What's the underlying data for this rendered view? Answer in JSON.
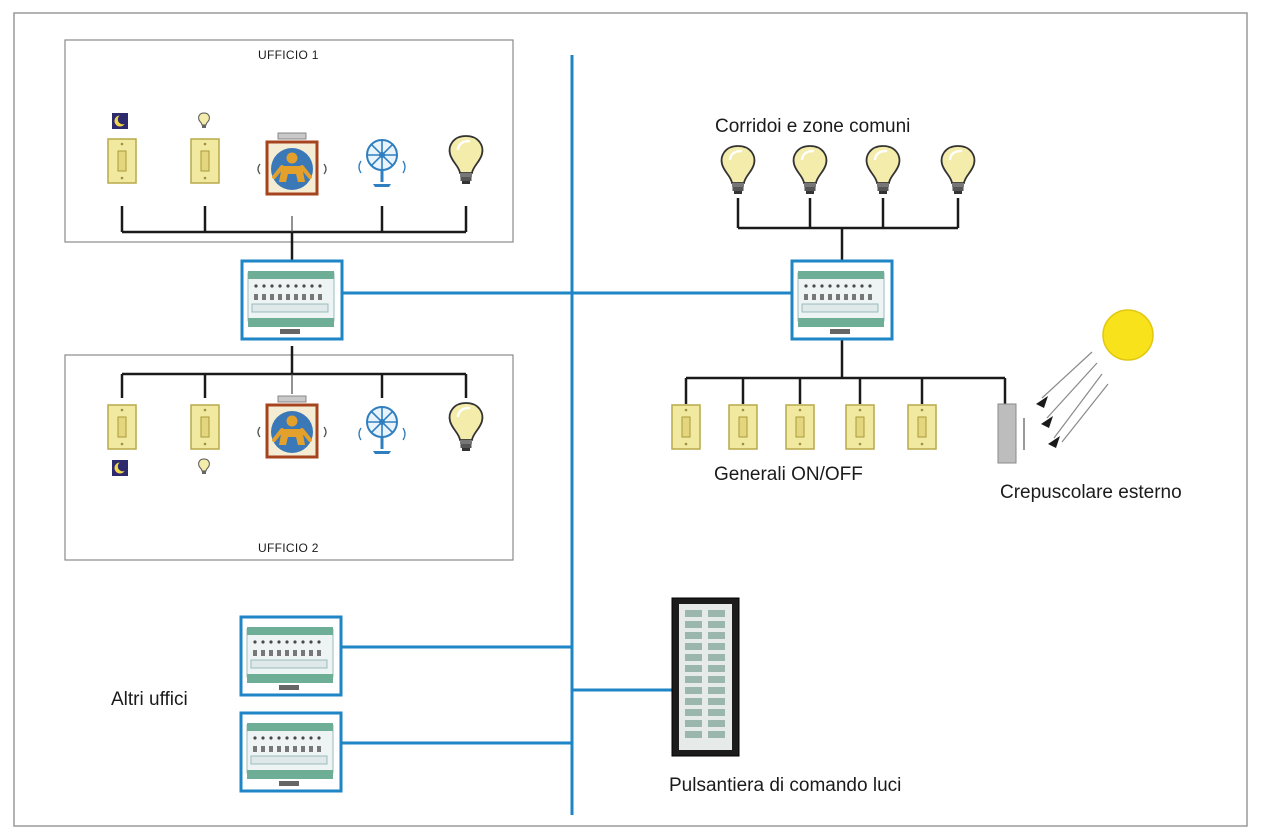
{
  "office1": {
    "title": "UFFICIO 1",
    "devices": [
      "switch-night",
      "switch-light",
      "presence-sensor",
      "fan",
      "lamp"
    ]
  },
  "office2": {
    "title": "UFFICIO 2",
    "devices": [
      "switch-night",
      "switch-light",
      "presence-sensor",
      "fan",
      "lamp"
    ]
  },
  "corridors": {
    "label": "Corridoi e zone comuni",
    "lamp_count": 4
  },
  "general_switches": {
    "label": "Generali ON/OFF",
    "count": 5
  },
  "twilight_sensor": {
    "label": "Crepuscolare esterno"
  },
  "other_offices": {
    "label": "Altri uffici",
    "module_count": 2
  },
  "push_panel": {
    "label": "Pulsantiera di comando luci"
  },
  "colors": {
    "bus": "#1f86c6",
    "wire": "#1a1a1a",
    "switch_fill": "#f2e9a0",
    "switch_stroke": "#b8a94a",
    "lamp_fill": "#f4ecaa",
    "sun": "#f7e21c",
    "module_body": "#eef4f4",
    "module_frame": "#1f86c6",
    "module_green": "#6fae96"
  }
}
